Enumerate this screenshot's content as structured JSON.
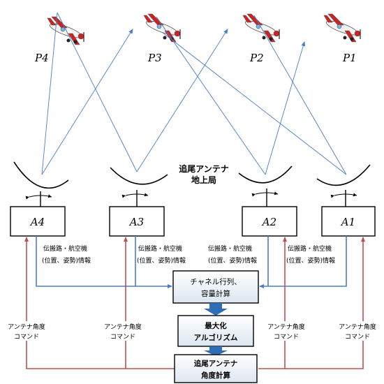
{
  "planes": [
    {
      "id": "p4",
      "label": "P4"
    },
    {
      "id": "p3",
      "label": "P3"
    },
    {
      "id": "p2",
      "label": "P2"
    },
    {
      "id": "p1",
      "label": "P1"
    }
  ],
  "antennas": [
    {
      "id": "a4",
      "label": "A4"
    },
    {
      "id": "a3",
      "label": "A3"
    },
    {
      "id": "a2",
      "label": "A2"
    },
    {
      "id": "a1",
      "label": "A1"
    }
  ],
  "station_label": {
    "line1": "追尾アンテナ",
    "line2": "地上局"
  },
  "info_label": {
    "line1": "伝搬路・航空機",
    "line2": "(位置、姿勢)情報"
  },
  "command_label": {
    "line1": "アンテナ角度",
    "line2": "コマンド"
  },
  "boxes": {
    "channel": {
      "line1": "チャネル行列、",
      "line2": "容量計算"
    },
    "optimization": {
      "line1": "最大化",
      "line2": "アルゴリズム"
    },
    "angle": {
      "line1": "追尾アンテナ",
      "line2": "角度計算"
    }
  },
  "colors": {
    "blue_line": "#4a7ec8",
    "red_line": "#c0504d",
    "arrow_fill": "#2f6db5",
    "box_fill": "#dce6f1",
    "plane_red": "#d02020"
  }
}
